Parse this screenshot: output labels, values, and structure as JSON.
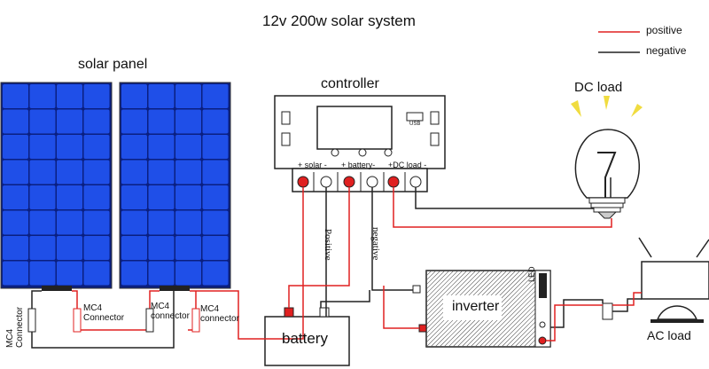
{
  "title": "12v  200w  solar  system",
  "legend": {
    "positive": "positive",
    "negative": "negative"
  },
  "labels": {
    "solar_panel": "solar panel",
    "controller": "controller",
    "dc_load": "DC load",
    "battery": "battery",
    "inverter": "inverter",
    "ac_load": "AC load",
    "usb": "USB",
    "led": "LED",
    "terminal_solar": "+  solar  -",
    "terminal_battery": "+ battery-",
    "terminal_dc_load": "+DC load -",
    "wire_positive": "Positive",
    "wire_negative": "negative",
    "mc4_left": "MC4",
    "mc4_left_sub": "Connector",
    "mc4_a": "MC4",
    "mc4_a_sub": "Connector",
    "mc4_b": "MC4",
    "mc4_b_sub": "connector",
    "mc4_c": "MC4",
    "mc4_c_sub": "connector"
  },
  "colors": {
    "positive_wire": "#e02020",
    "negative_wire": "#222222",
    "panel_cell": "#1f4fe8",
    "panel_frame": "#0a1f80"
  }
}
